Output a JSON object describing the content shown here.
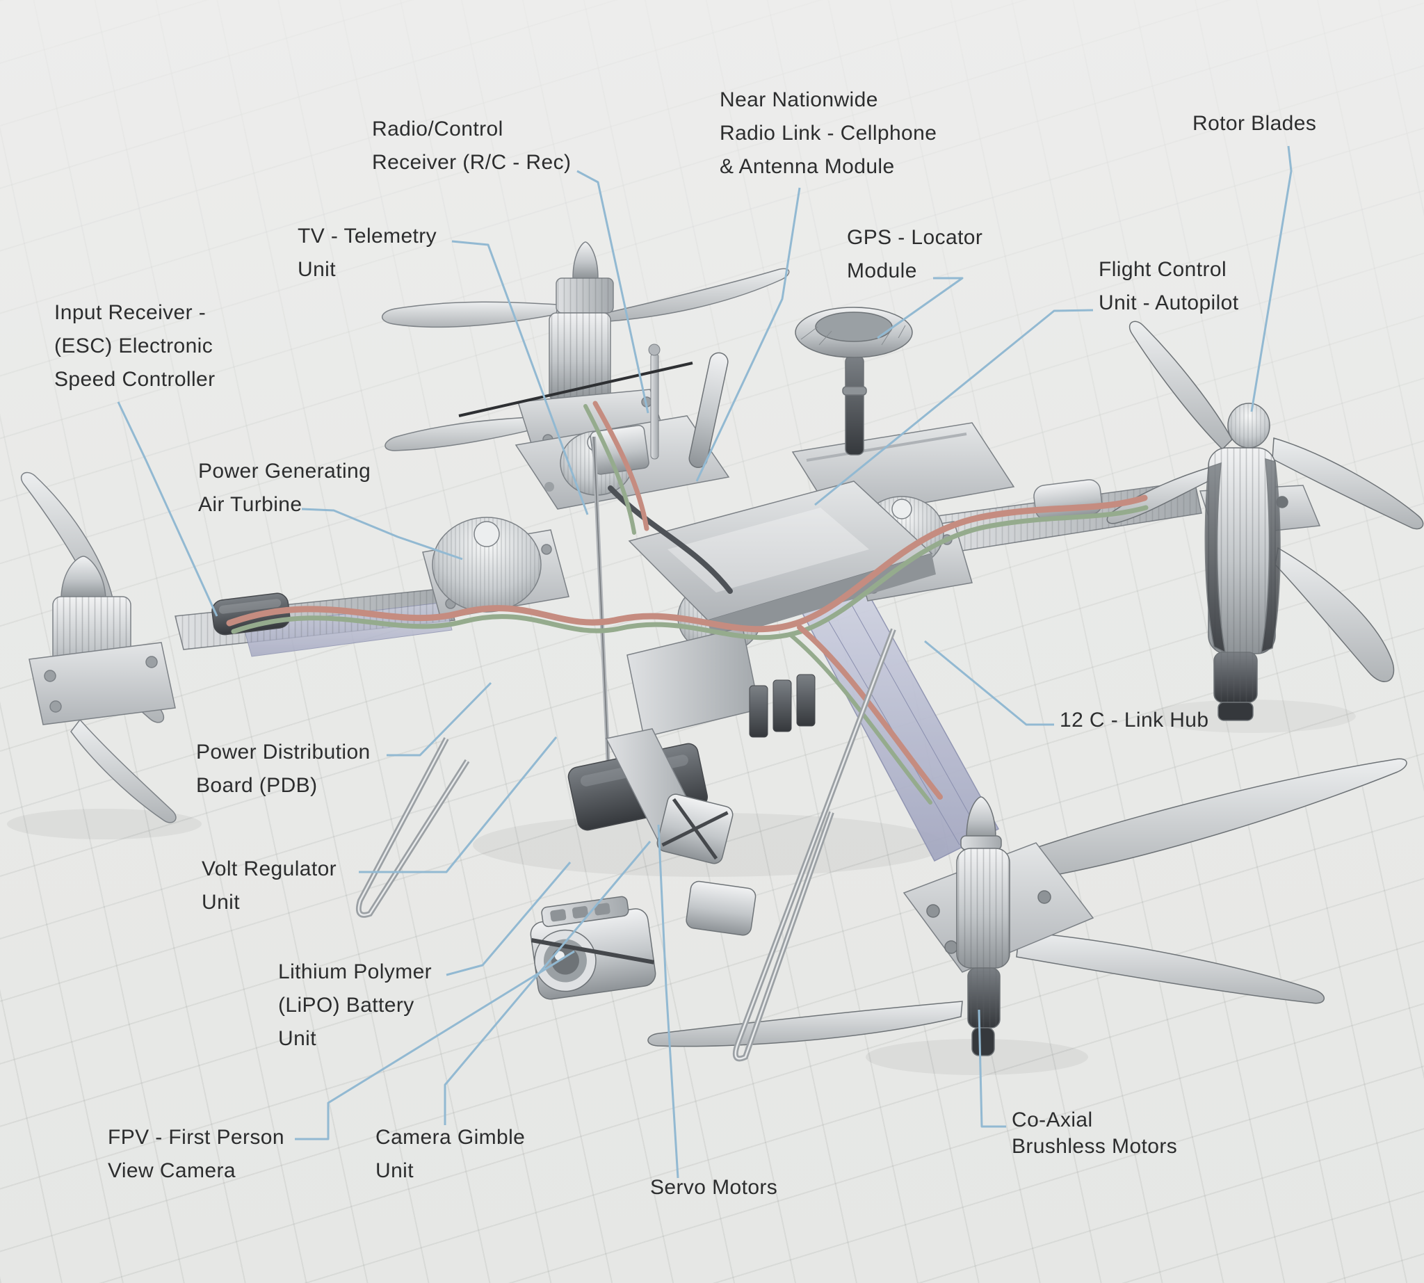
{
  "figure": {
    "type": "annotated technical illustration",
    "subject": "Quadcopter drone component callout diagram"
  },
  "colors": {
    "background": "#eaebe9",
    "grid_line": "#d8dad7",
    "leader_line": "#92b9d2",
    "label_text": "#2c2d2e",
    "wire_red": "#c58c80",
    "wire_green": "#95ab8d",
    "metal_light": "#e8eaeb",
    "metal_dark": "#53575c"
  },
  "labels": [
    {
      "id": "radio-control-receiver",
      "lines": [
        "Radio/Control",
        "Receiver (R/C - Rec)"
      ]
    },
    {
      "id": "near-nationwide-radio-link",
      "lines": [
        "Near Nationwide",
        "Radio Link - Cellphone",
        "& Antenna Module"
      ]
    },
    {
      "id": "rotor-blades",
      "lines": [
        "Rotor Blades"
      ]
    },
    {
      "id": "tv-telemetry-unit",
      "lines": [
        "TV - Telemetry",
        "Unit"
      ]
    },
    {
      "id": "gps-locator-module",
      "lines": [
        "GPS - Locator",
        "Module"
      ]
    },
    {
      "id": "flight-control-unit-autopilot",
      "lines": [
        "Flight Control",
        "Unit - Autopilot"
      ]
    },
    {
      "id": "input-receiver-esc",
      "lines": [
        "Input Receiver -",
        "(ESC) Electronic",
        "Speed Controller"
      ]
    },
    {
      "id": "power-generating-air-turbine",
      "lines": [
        "Power Generating",
        "Air Turbine"
      ]
    },
    {
      "id": "power-distribution-board",
      "lines": [
        "Power Distribution",
        "Board (PDB)"
      ]
    },
    {
      "id": "volt-regulator-unit",
      "lines": [
        "Volt Regulator",
        "Unit"
      ]
    },
    {
      "id": "lithium-polymer-battery-unit",
      "lines": [
        "Lithium Polymer",
        "(LiPO) Battery",
        "Unit"
      ]
    },
    {
      "id": "fpv-first-person-view-camera",
      "lines": [
        "FPV - First Person",
        "View Camera"
      ]
    },
    {
      "id": "camera-gimble-unit",
      "lines": [
        "Camera Gimble",
        "Unit"
      ]
    },
    {
      "id": "servo-motors",
      "lines": [
        "Servo Motors"
      ]
    },
    {
      "id": "co-axial-brushless-motors",
      "lines": [
        "Co-Axial",
        "Brushless Motors"
      ]
    },
    {
      "id": "i2c-link-hub",
      "lines": [
        "12 C - Link Hub"
      ]
    }
  ]
}
